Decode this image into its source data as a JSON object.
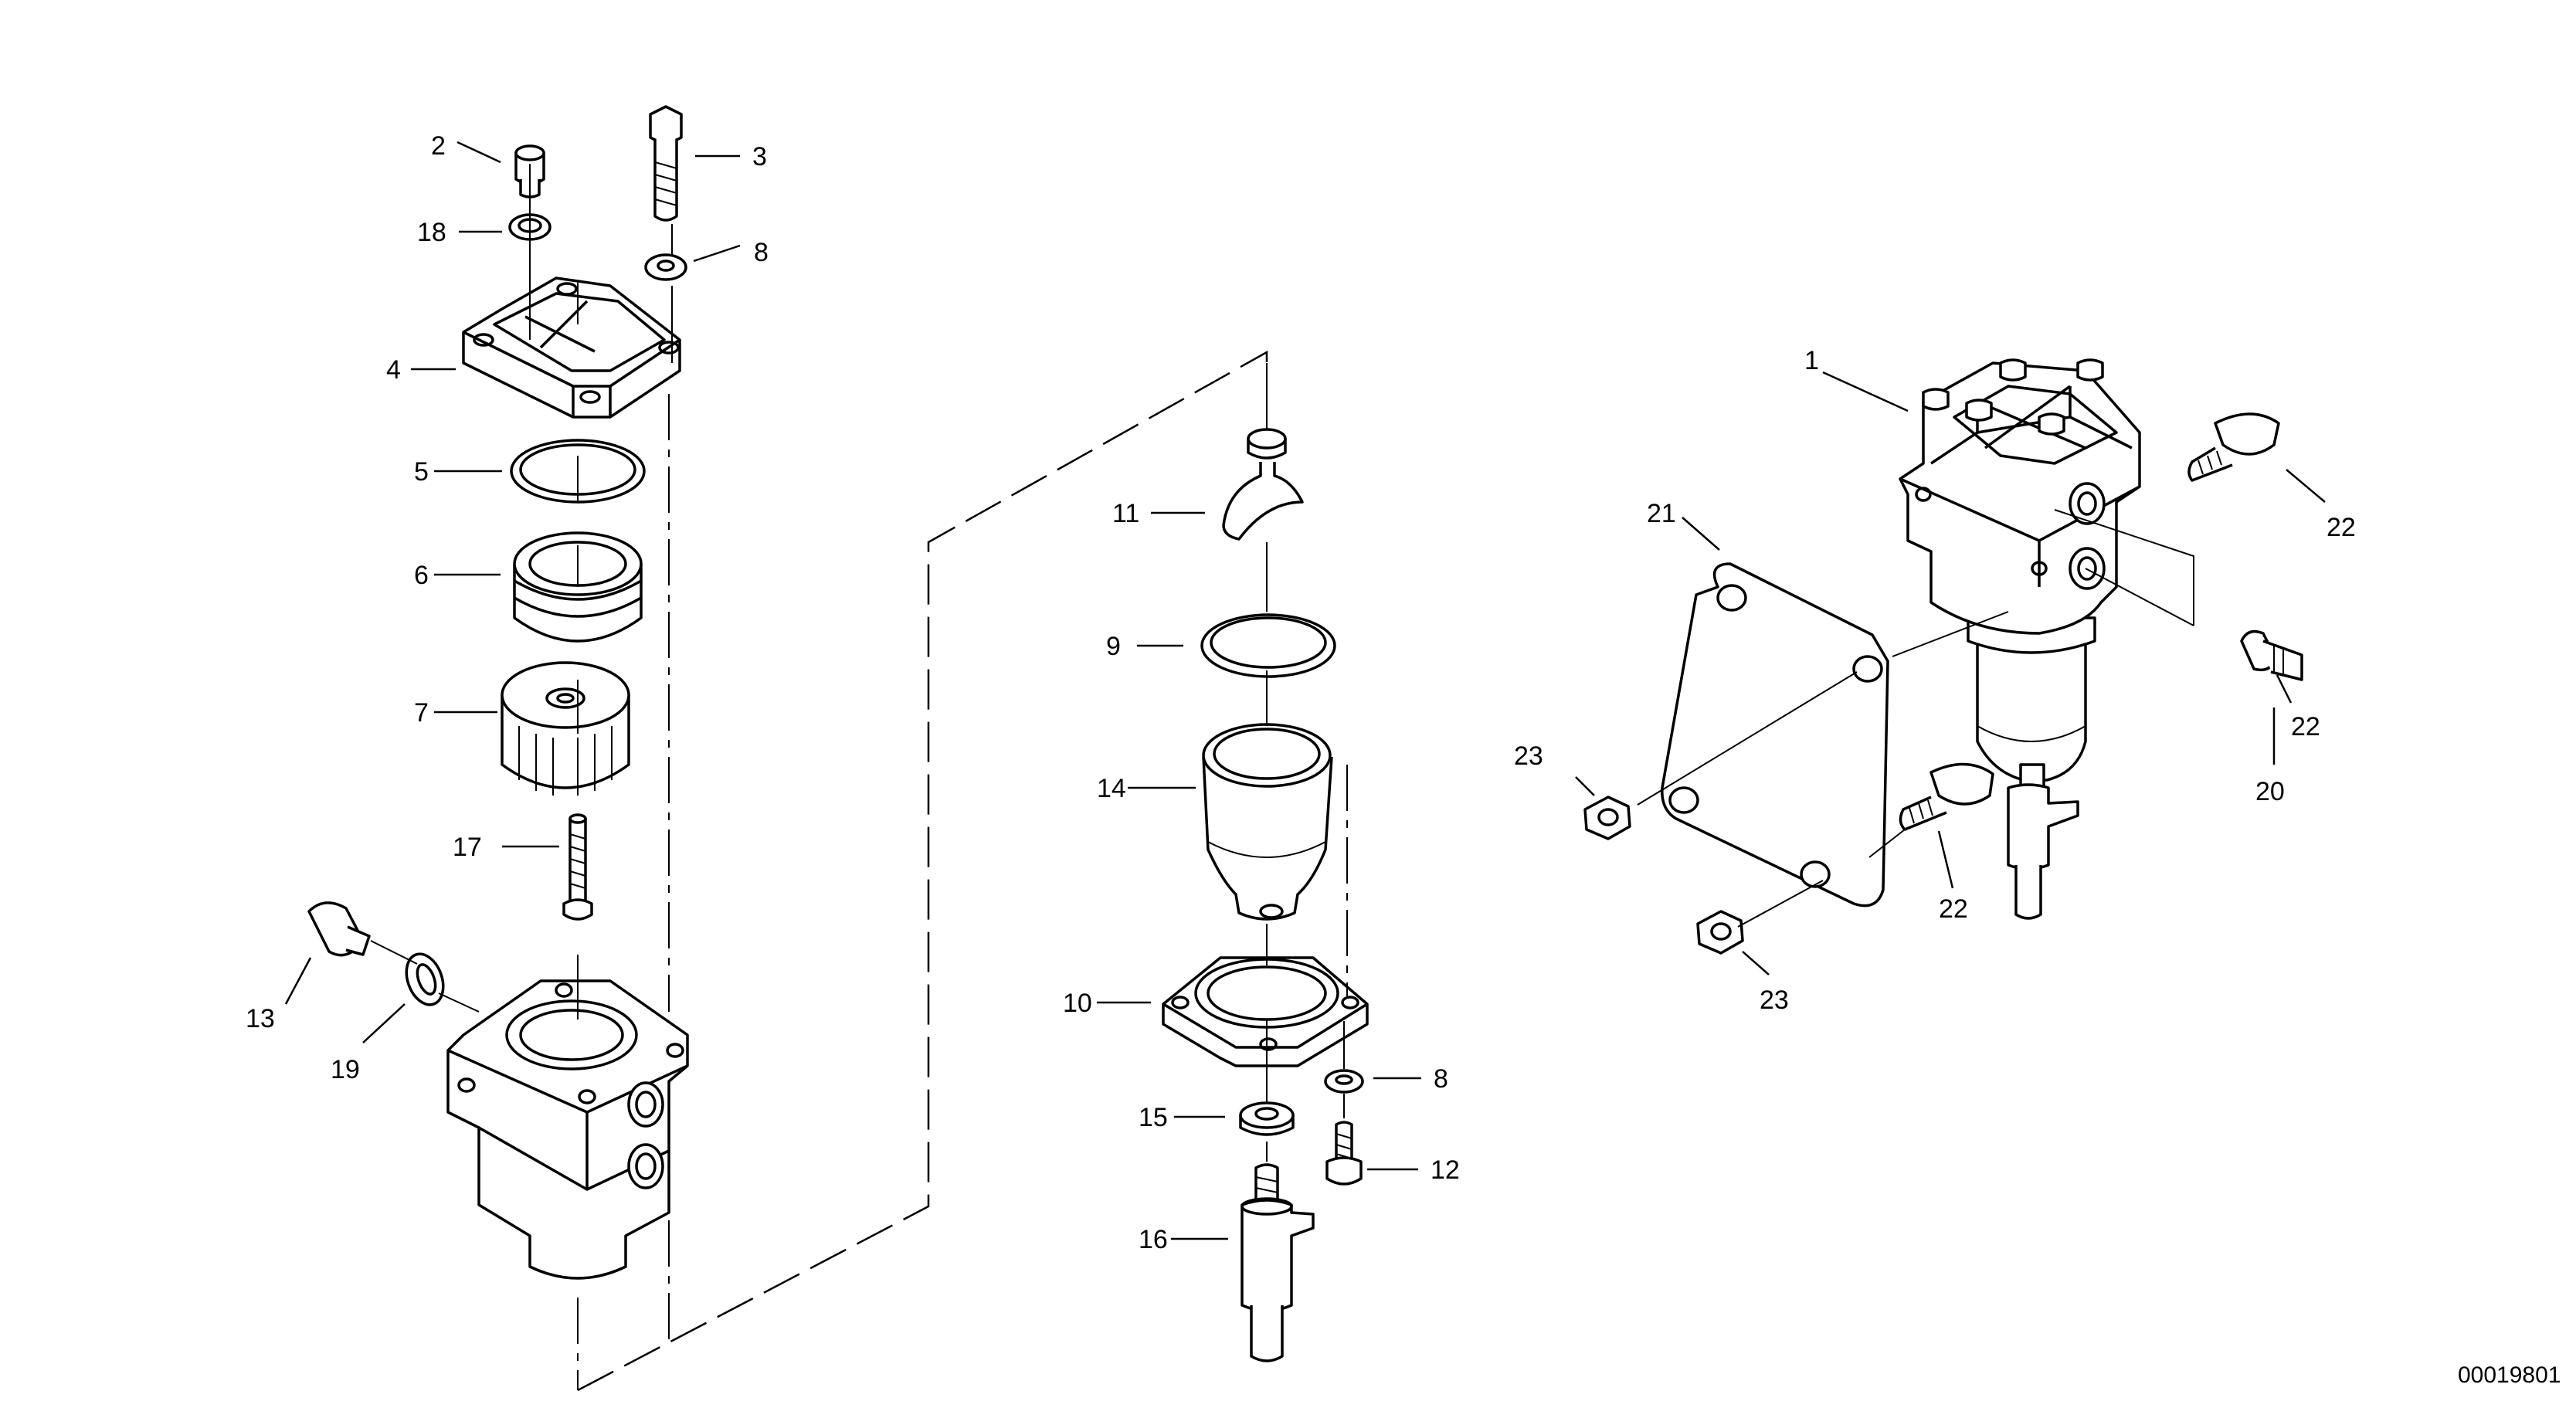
{
  "drawing": {
    "document_number": "00019801"
  },
  "callouts": {
    "c1": "1",
    "c2": "2",
    "c3": "3",
    "c4": "4",
    "c5": "5",
    "c6": "6",
    "c7": "7",
    "c8a": "8",
    "c8b": "8",
    "c9": "9",
    "c10": "10",
    "c11": "11",
    "c12": "12",
    "c13": "13",
    "c14": "14",
    "c15": "15",
    "c16": "16",
    "c17": "17",
    "c18": "18",
    "c19": "19",
    "c20": "20",
    "c21": "21",
    "c22a": "22",
    "c22b": "22",
    "c22c": "22",
    "c23a": "23",
    "c23b": "23"
  }
}
